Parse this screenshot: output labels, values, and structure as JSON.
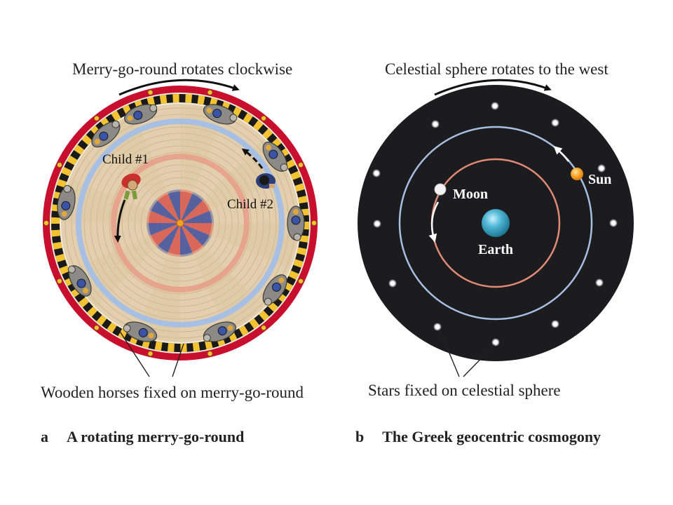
{
  "panel_a": {
    "title": "Merry-go-round rotates clockwise",
    "child1": "Child #1",
    "child2": "Child #2",
    "callout": "Wooden horses fixed on merry-go-round",
    "letter": "a",
    "caption": "A rotating merry-go-round"
  },
  "panel_b": {
    "title": "Celestial sphere rotates to the west",
    "moon": "Moon",
    "sun": "Sun",
    "earth": "Earth",
    "callout": "Stars fixed on celestial sphere",
    "letter": "b",
    "caption": "The Greek geocentric cosmogony"
  },
  "colors": {
    "rim_red": "#c8102e",
    "floor_tan": "#e3cfae",
    "orbit_blue": "#a8bfe4",
    "orbit_red": "#e28a78",
    "sky_black": "#1c1c1e",
    "earth_cyan": "#3aa8c8",
    "sun_orange": "#f4a023"
  }
}
